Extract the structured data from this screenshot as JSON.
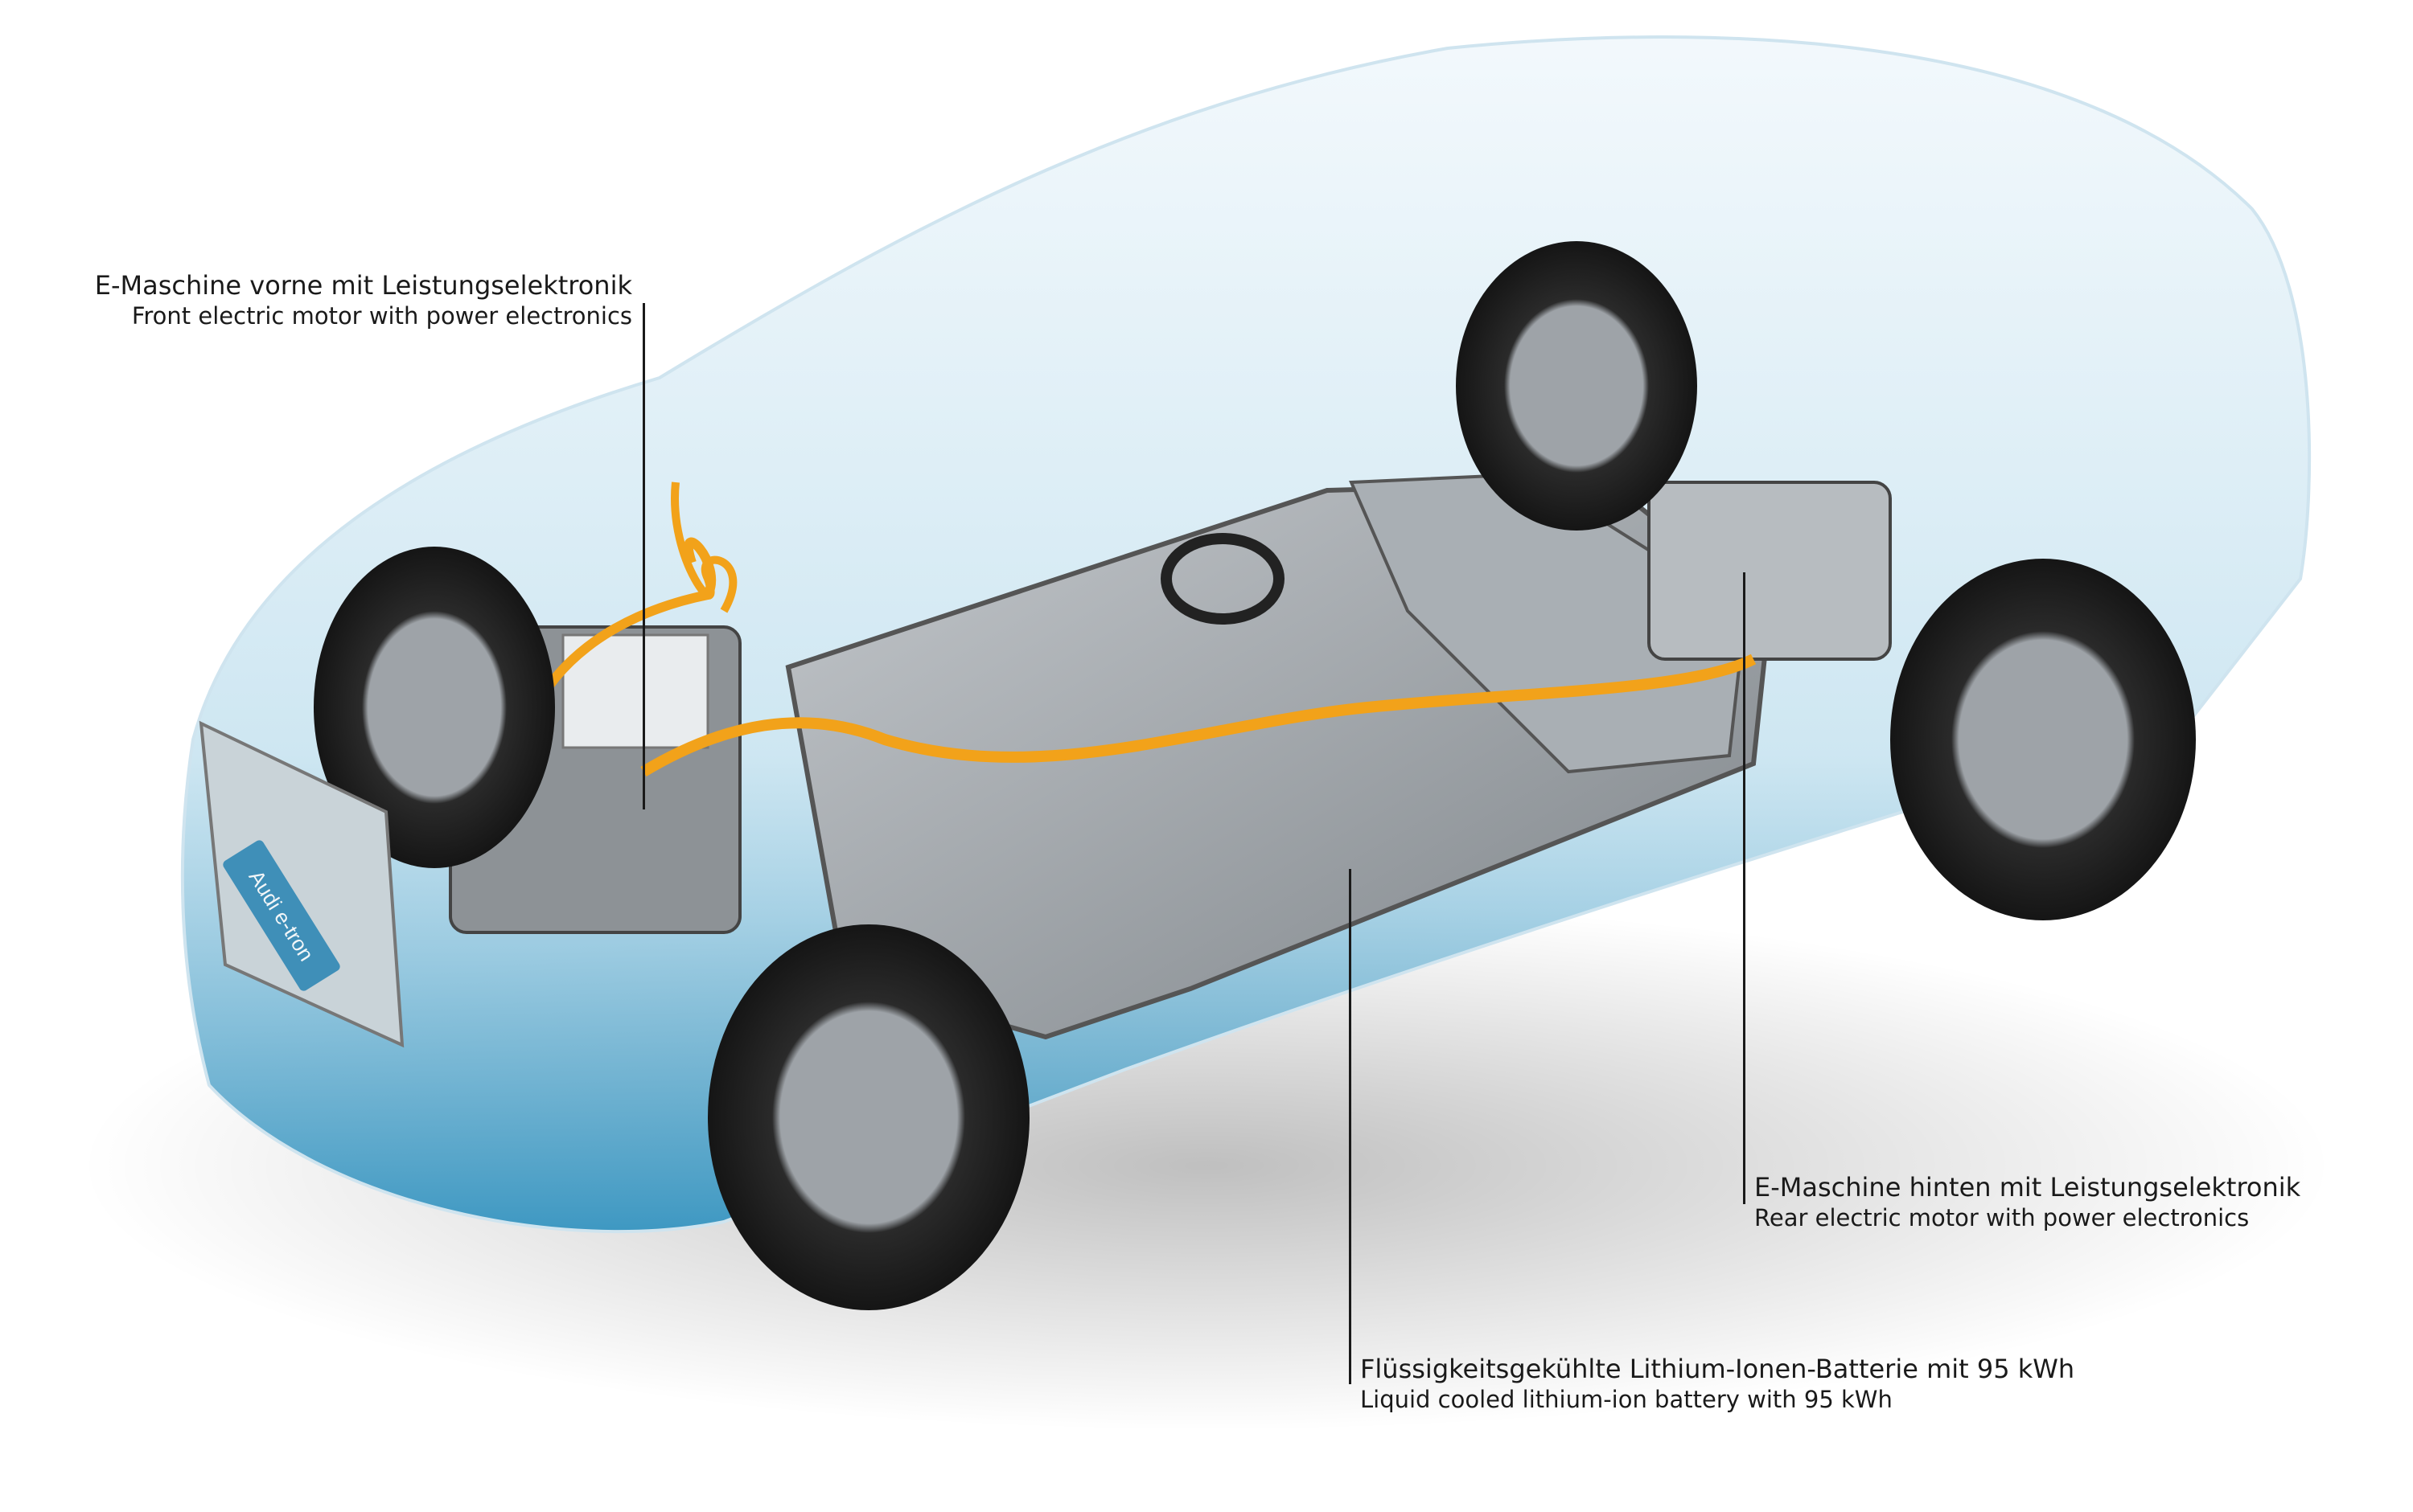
{
  "labels": {
    "front_motor": {
      "de": "E-Maschine vorne mit Leistungselektronik",
      "en": "Front electric motor with power electronics"
    },
    "rear_motor": {
      "de": "E-Maschine hinten mit Leistungselektronik",
      "en": "Rear electric motor with power electronics"
    },
    "battery": {
      "de": "Flüssigkeitsgekühlte Lithium-Ionen-Batterie mit 95 kWh",
      "en": "Liquid cooled lithium-ion battery with 95 kWh"
    }
  },
  "vehicle_badge": "Audi e-tron",
  "colors": {
    "body": "#4da3c9",
    "cable": "#f2a21a",
    "battery": "#9aa0a6",
    "text": "#1a1a1a"
  }
}
